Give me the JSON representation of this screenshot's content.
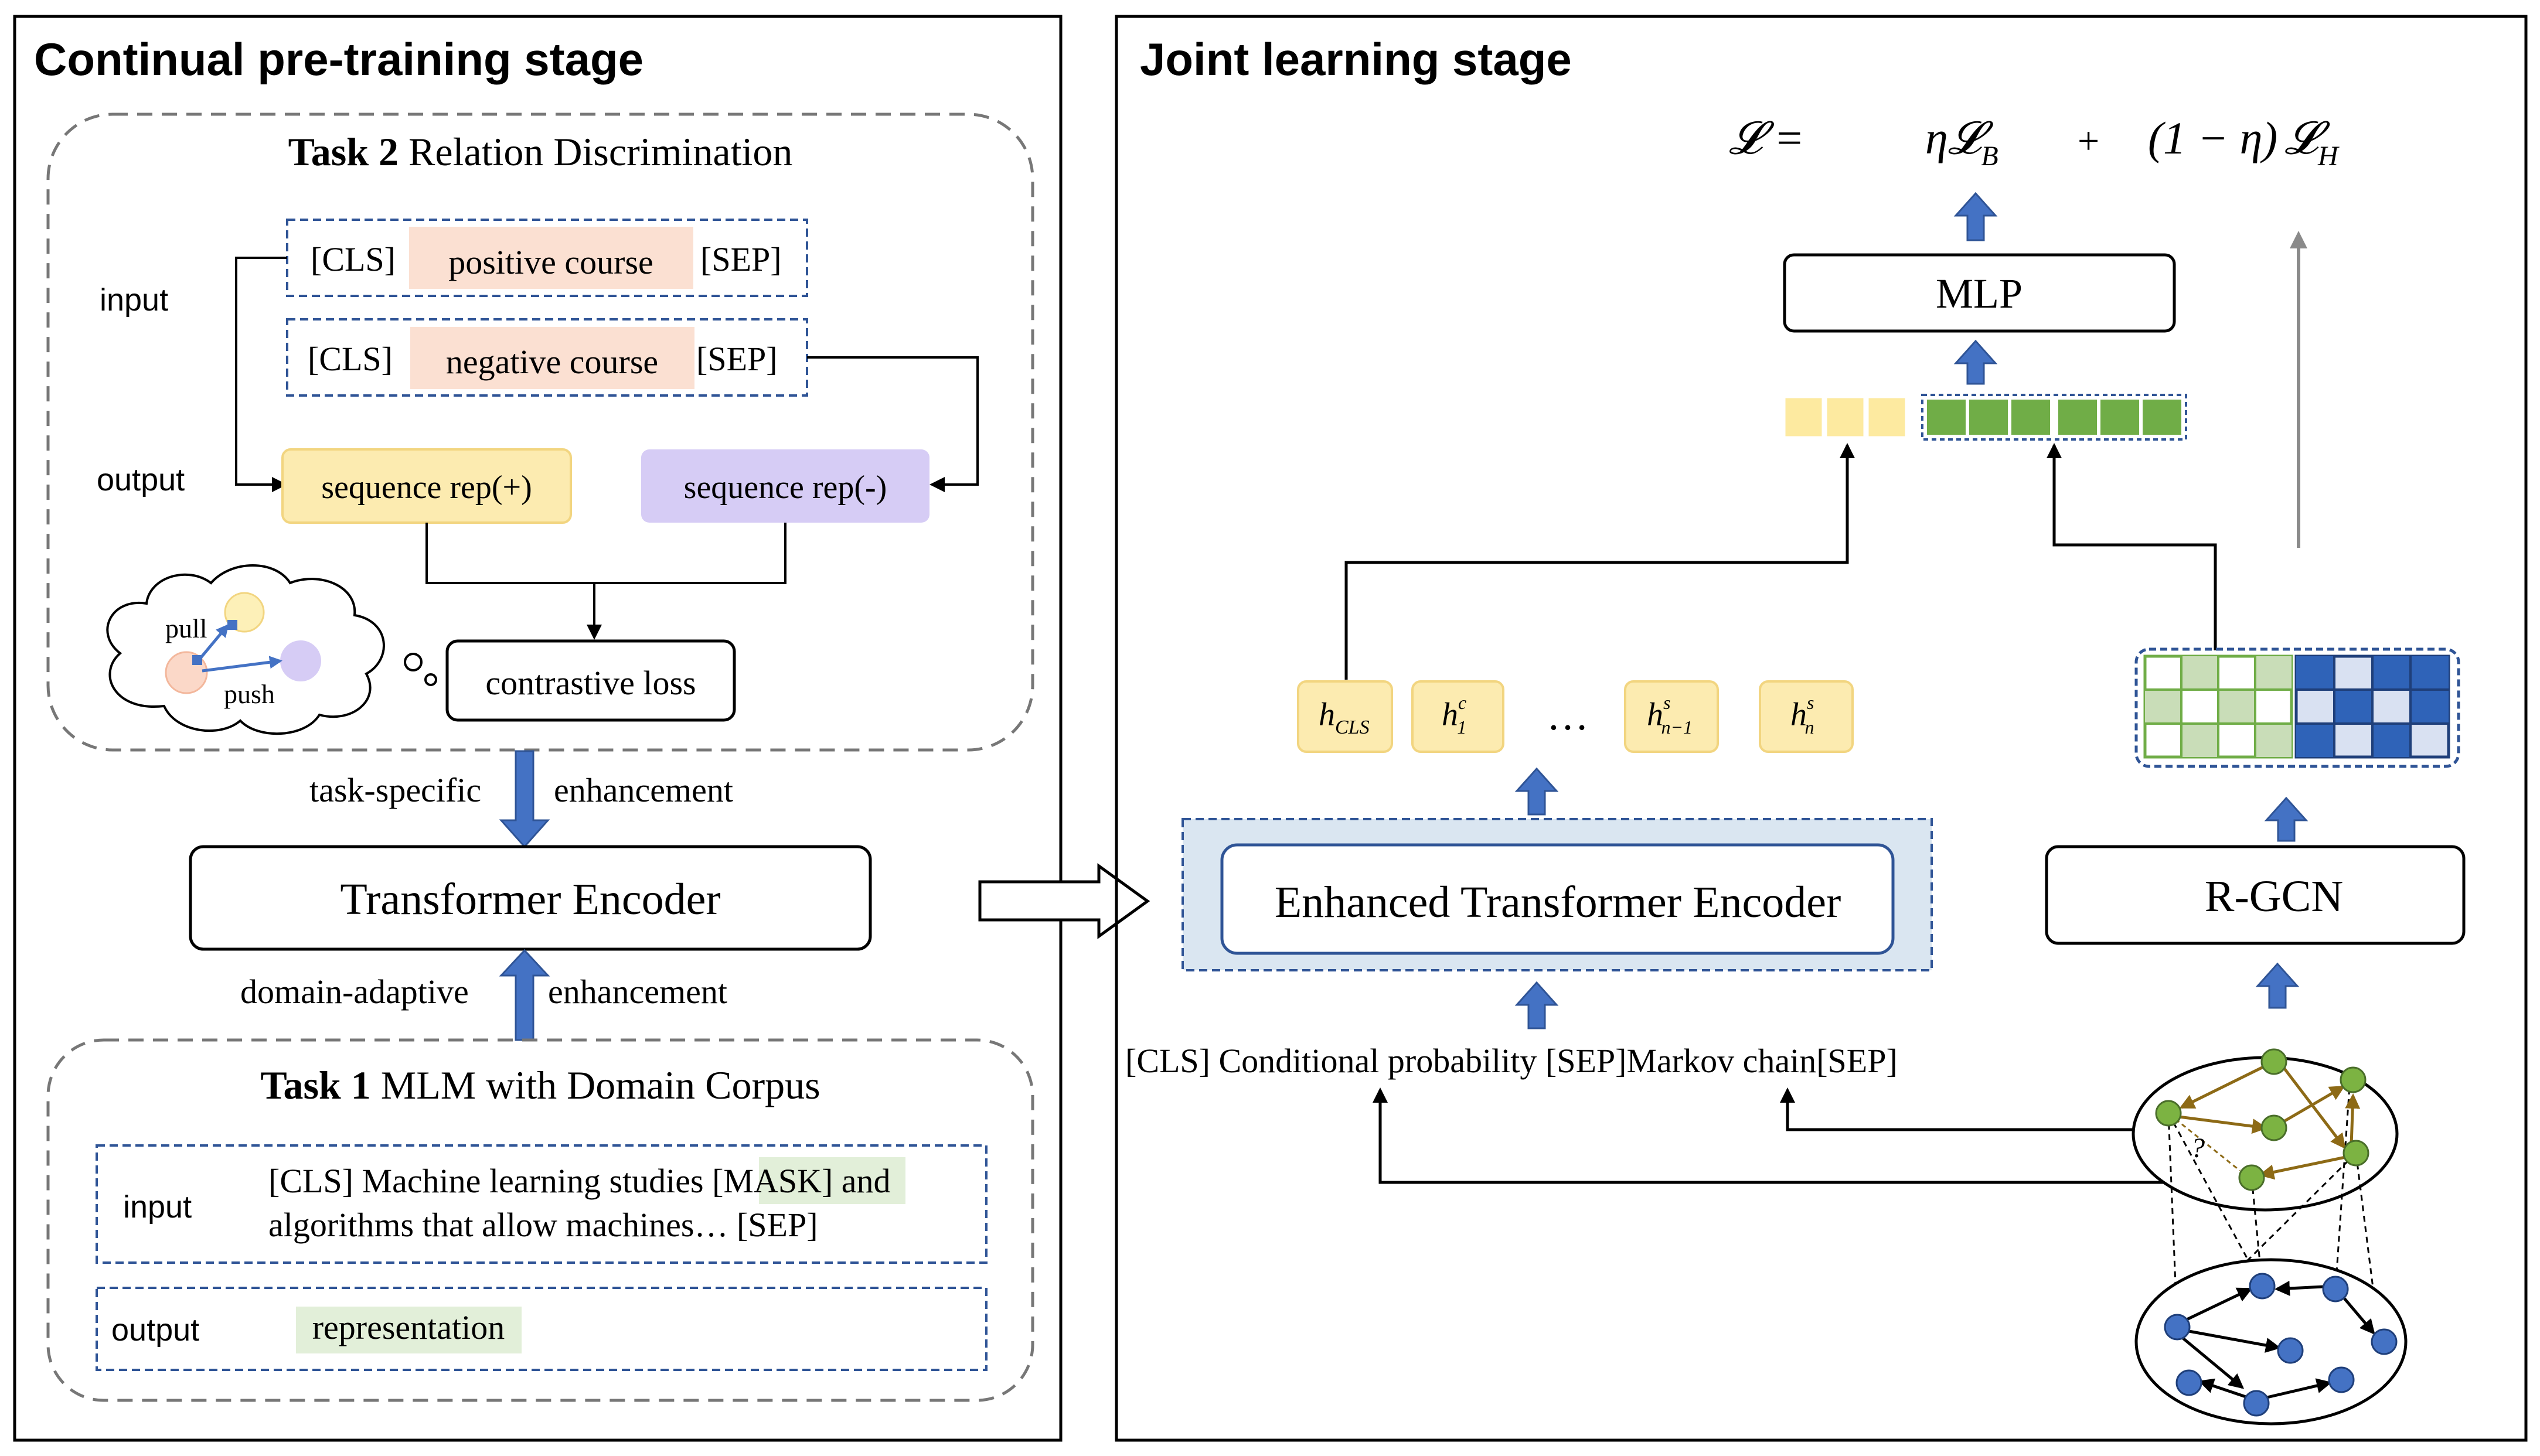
{
  "left_panel": {
    "title": "Continual pre-training stage",
    "task2": {
      "title_bold": "Task 2",
      "title_rest": " Relation Discrimination",
      "input_label": "input",
      "output_label": "output",
      "row1": {
        "cls": "[CLS]",
        "course": "positive course",
        "sep": "[SEP]"
      },
      "row2": {
        "cls": "[CLS]",
        "course": "negative course",
        "sep": "[SEP]"
      },
      "rep_pos": "sequence rep(+)",
      "rep_neg": "sequence rep(-)",
      "cloud_pull": "pull",
      "cloud_push": "push",
      "loss": "contrastive loss"
    },
    "task_specific": "task-specific",
    "enhancement_top": "enhancement",
    "encoder": "Transformer Encoder",
    "domain_adaptive": "domain-adaptive",
    "enhancement_bottom": "enhancement",
    "task1": {
      "title_bold": "Task 1",
      "title_rest": " MLM with Domain Corpus",
      "input_label": "input",
      "output_label": "output",
      "line1_a": "[CLS] Machine learning studies ",
      "line1_mask": "[MASK]",
      "line1_b": " and",
      "line2": "algorithms that allow machines… [SEP]",
      "representation": "representation"
    }
  },
  "right_panel": {
    "title": "Joint learning stage",
    "loss": {
      "lhs": "𝓛 =",
      "eta": "η",
      "LB": "𝓛",
      "LB_sub": "B",
      "plus": "+",
      "paren": "(1 − η)",
      "LH": "𝓛",
      "LH_sub": "H"
    },
    "mlp": "MLP",
    "tokens": [
      {
        "base": "h",
        "sub": "CLS",
        "sup": ""
      },
      {
        "base": "h",
        "sub": "1",
        "sup": "c"
      },
      {
        "base": "h",
        "sub": "n−1",
        "sup": "s"
      },
      {
        "base": "h",
        "sub": "n",
        "sup": "s"
      }
    ],
    "dots": "…",
    "enhanced_encoder": "Enhanced Transformer Encoder",
    "rgcn": "R-GCN",
    "input_sentence": "[CLS] Conditional probability [SEP]Markov chain[SEP]",
    "graph_question": "?"
  },
  "colors": {
    "dashed_blue": "#2f5496",
    "peach": "#fbe0d2",
    "yellow": "#fcebb0",
    "yellow_border": "#f2d580",
    "lavender": "#d6ccf5",
    "light_green": "#e2efd9",
    "arrow_blue": "#4472c4",
    "green_cell": "#70ad47",
    "dark_blue_cell": "#2f63b8",
    "pale_blue_cell": "#d9e1f2",
    "encoder_bg": "#dae6f1",
    "graph_green": "#7cb342",
    "graph_blue": "#4472c4",
    "graph_brown": "#8d6a16"
  }
}
